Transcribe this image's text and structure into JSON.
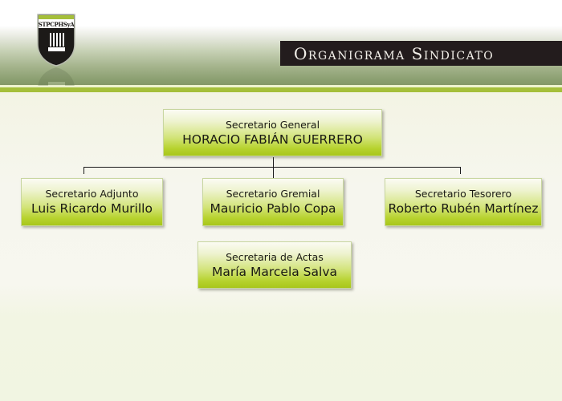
{
  "header": {
    "logo_text": "STPCPHSyA",
    "title": "Organigrama Sindicato"
  },
  "colors": {
    "title_bar": "#231c1d",
    "accent_lime": "#a5bf3a",
    "box_gradient_bottom": "#a8c61b",
    "header_olive": "#839766",
    "background": "#f1f4e2"
  },
  "org": {
    "general": {
      "role": "Secretario General",
      "name": "HORACIO FABIÁN GUERRERO"
    },
    "adjunto": {
      "role": "Secretario Adjunto",
      "name": "Luis Ricardo Murillo"
    },
    "gremial": {
      "role": "Secretario Gremial",
      "name": "Mauricio Pablo Copa"
    },
    "tesorero": {
      "role": "Secretario Tesorero",
      "name": "Roberto Rubén Martínez"
    },
    "actas": {
      "role": "Secretaria de Actas",
      "name": "María Marcela Salva"
    }
  }
}
